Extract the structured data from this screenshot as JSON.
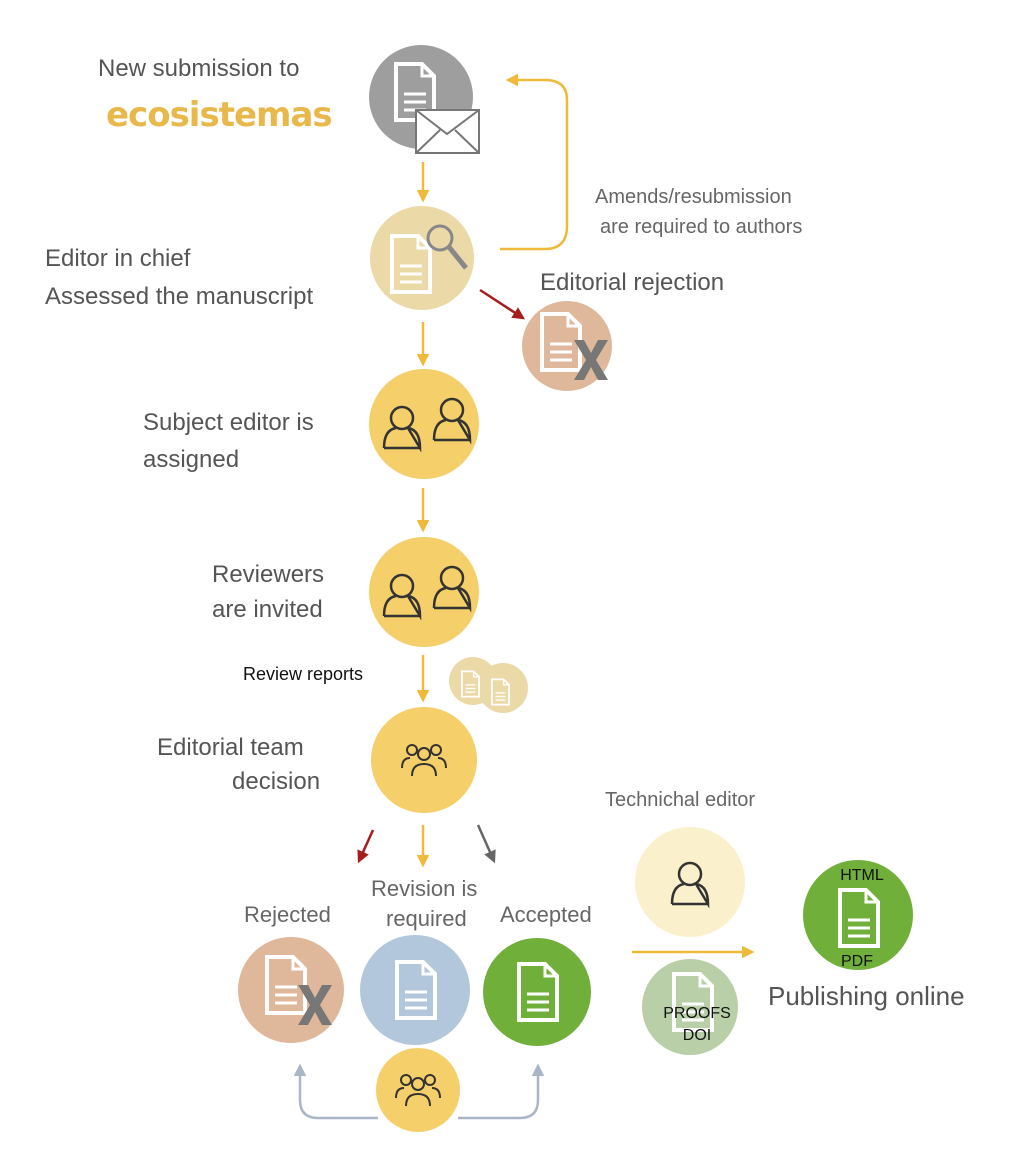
{
  "title": {
    "line1": "New submission to",
    "brand": "ecosistemas"
  },
  "steps": {
    "editor_in_chief": {
      "line1": "Editor in chief",
      "line2": "Assessed the manuscript"
    },
    "amends": {
      "line1": "Amends/resubmission",
      "line2": "are required to authors"
    },
    "editorial_rejection": "Editorial rejection",
    "subject_editor": {
      "line1": "Subject editor is",
      "line2": "assigned"
    },
    "reviewers": {
      "line1": "Reviewers",
      "line2": "are invited"
    },
    "review_reports": "Review reports",
    "team_decision": {
      "line1": "Editorial team",
      "line2": "decision"
    },
    "rejected": "Rejected",
    "revision": {
      "line1": "Revision is",
      "line2": "required"
    },
    "accepted": "Accepted",
    "technical_editor": "Technichal  editor",
    "proofs": {
      "line1": "PROOFS",
      "line2": "DOI"
    },
    "publish_formats": {
      "top": "HTML",
      "bottom": "PDF"
    },
    "publishing_online": "Publishing online"
  },
  "colors": {
    "flow_arrow": "#f0b93a",
    "reject_arrow": "#a51d1d",
    "accept_arrow": "#666666",
    "loop_arrow": "#a9b6c8",
    "submission": "#9e9e9e",
    "assessment": "#ecd9a8",
    "rejection": "#dfb89b",
    "editor": "#f5cf6a",
    "revision": "#b3c7dc",
    "accepted": "#6faf3a",
    "technical": "#fbf0cc",
    "proofs": "#b9cfa7"
  }
}
